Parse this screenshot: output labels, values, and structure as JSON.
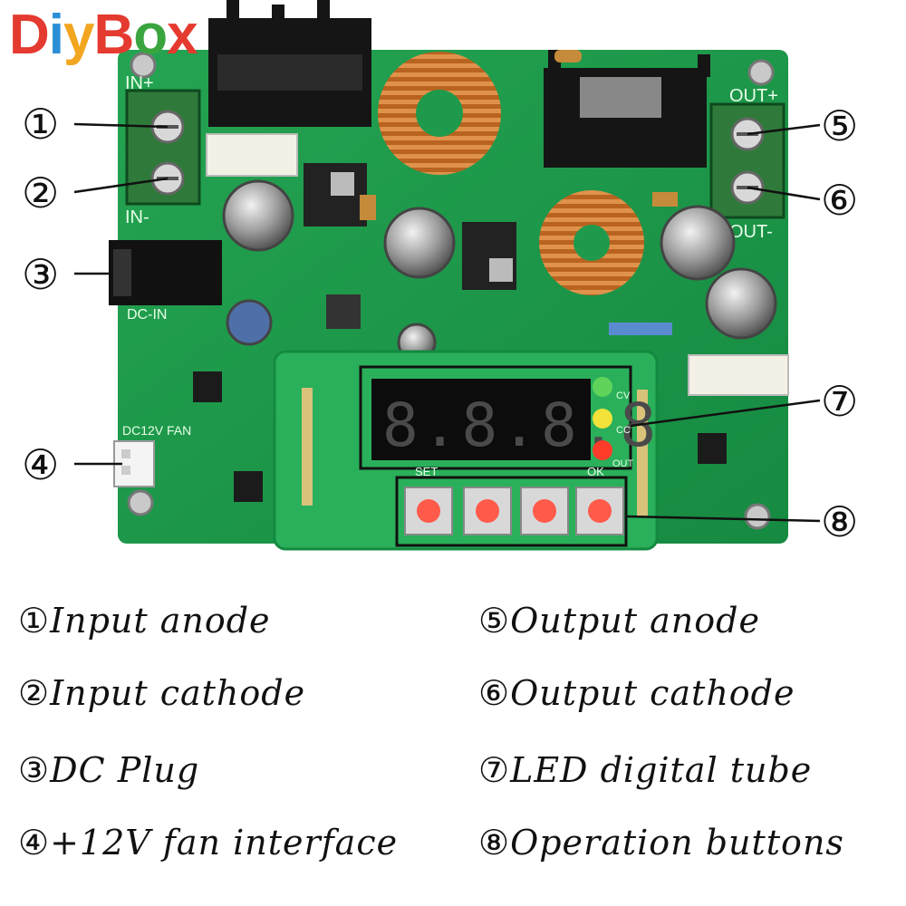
{
  "logo": {
    "letters": [
      {
        "ch": "D",
        "color": "#e43a2f"
      },
      {
        "ch": "i",
        "color": "#2a8fd6"
      },
      {
        "ch": "y",
        "color": "#f2a51f"
      },
      {
        "ch": "B",
        "color": "#e43a2f"
      },
      {
        "ch": "o",
        "color": "#3aa53f"
      },
      {
        "ch": "x",
        "color": "#e43a2f"
      }
    ]
  },
  "board_labels": {
    "in_plus": "IN+",
    "in_minus": "IN-",
    "out_plus": "OUT+",
    "out_minus": "OUT-",
    "dc_in": "DC-IN",
    "fan": "DC12V FAN",
    "cv": "CV",
    "cc": "CC",
    "out": "OUT",
    "btn_set": "SET",
    "btn_ok": "OK",
    "display": "8.8.8.8"
  },
  "callouts": [
    "①",
    "②",
    "③",
    "④",
    "⑤",
    "⑥",
    "⑦",
    "⑧"
  ],
  "legend": [
    {
      "num": "①",
      "text": "Input anode"
    },
    {
      "num": "②",
      "text": "Input cathode"
    },
    {
      "num": "③",
      "text": "DC Plug"
    },
    {
      "num": "④",
      "text": "+12V fan interface"
    },
    {
      "num": "⑤",
      "text": "Output anode"
    },
    {
      "num": "⑥",
      "text": "Output cathode"
    },
    {
      "num": "⑦",
      "text": "LED digital tube"
    },
    {
      "num": "⑧",
      "text": "Operation buttons"
    }
  ],
  "colors": {
    "pcb": "#1f9a4c",
    "pcb_dark": "#137a39",
    "copper": "#c8752a",
    "led_green": "#5fd35a",
    "led_yellow": "#f2e23a",
    "led_red": "#ff3b2a",
    "button_red": "#ff5a4a"
  }
}
